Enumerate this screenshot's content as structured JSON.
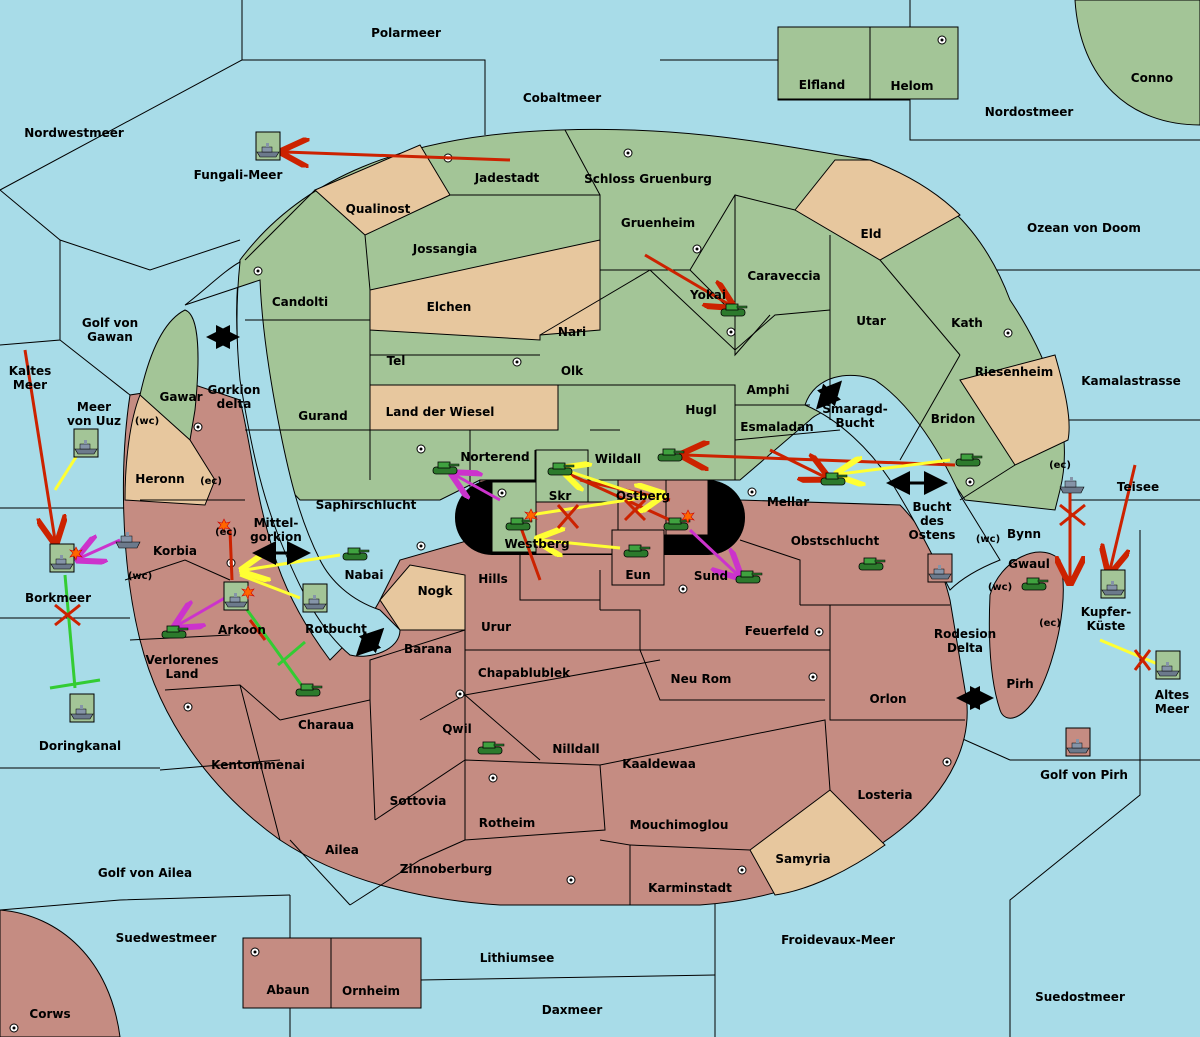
{
  "colors": {
    "sea": "#a8dce8",
    "green_power": "#a3c597",
    "red_power": "#c58c82",
    "neutral": "#e7c79e",
    "hold_order": "#cc2200",
    "support_order": "#ffff33",
    "retreat_order": "#cc33cc",
    "convoy_order": "#33cc33"
  },
  "seas": [
    {
      "id": "polarmeer",
      "label": "Polarmeer"
    },
    {
      "id": "cobaltmeer",
      "label": "Cobaltmeer"
    },
    {
      "id": "nordostmeer",
      "label": "Nordostmeer"
    },
    {
      "id": "nordwestmeer",
      "label": "Nordwestmeer"
    },
    {
      "id": "fungali",
      "label": "Fungali-Meer"
    },
    {
      "id": "ozean",
      "label": "Ozean von Doom"
    },
    {
      "id": "gawan",
      "label": "Golf von Gawan"
    },
    {
      "id": "kaltes",
      "label": "Kaltes Meer"
    },
    {
      "id": "uuz",
      "label": "Meer von Uuz"
    },
    {
      "id": "gorkion",
      "label": "Gorkion delta"
    },
    {
      "id": "smaragd",
      "label": "Smaragd-Bucht"
    },
    {
      "id": "kamala",
      "label": "Kamalastrasse"
    },
    {
      "id": "teisee",
      "label": "Teisee"
    },
    {
      "id": "mittel",
      "label": "Mittel-gorkion"
    },
    {
      "id": "bucht",
      "label": "Bucht des Ostens"
    },
    {
      "id": "borkmeer",
      "label": "Borkmeer"
    },
    {
      "id": "kupfer",
      "label": "Kupfer-Küste"
    },
    {
      "id": "rotbucht",
      "label": "Rotbucht"
    },
    {
      "id": "rodesion",
      "label": "Rodesion Delta"
    },
    {
      "id": "altes",
      "label": "Altes Meer"
    },
    {
      "id": "doring",
      "label": "Doringkanal"
    },
    {
      "id": "pirh_golf",
      "label": "Golf von Pirh"
    },
    {
      "id": "ailea",
      "label": "Golf von Ailea"
    },
    {
      "id": "suedwest",
      "label": "Suedwestmeer"
    },
    {
      "id": "lithium",
      "label": "Lithiumsee"
    },
    {
      "id": "froidevaux",
      "label": "Froidevaux-Meer"
    },
    {
      "id": "daxmeer",
      "label": "Daxmeer"
    },
    {
      "id": "suedost",
      "label": "Suedostmeer"
    }
  ],
  "provinces": [
    {
      "id": "elfland",
      "label": "Elfland"
    },
    {
      "id": "helom",
      "label": "Helom"
    },
    {
      "id": "conno",
      "label": "Conno"
    },
    {
      "id": "jadestadt",
      "label": "Jadestadt"
    },
    {
      "id": "schloss",
      "label": "Schloss Gruenburg"
    },
    {
      "id": "qualinost",
      "label": "Qualinost"
    },
    {
      "id": "eld",
      "label": "Eld"
    },
    {
      "id": "gruenheim",
      "label": "Gruenheim"
    },
    {
      "id": "jossangia",
      "label": "Jossangia"
    },
    {
      "id": "caraveccia",
      "label": "Caraveccia"
    },
    {
      "id": "candolti",
      "label": "Candolti"
    },
    {
      "id": "elchen",
      "label": "Elchen"
    },
    {
      "id": "yokai",
      "label": "Yokai"
    },
    {
      "id": "utar",
      "label": "Utar"
    },
    {
      "id": "kath",
      "label": "Kath"
    },
    {
      "id": "nari",
      "label": "Nari"
    },
    {
      "id": "tel",
      "label": "Tel"
    },
    {
      "id": "olk",
      "label": "Olk"
    },
    {
      "id": "amphi",
      "label": "Amphi"
    },
    {
      "id": "riesenheim",
      "label": "Riesenheim"
    },
    {
      "id": "gawar",
      "label": "Gawar"
    },
    {
      "id": "gurand",
      "label": "Gurand"
    },
    {
      "id": "landwiesel",
      "label": "Land der Wiesel"
    },
    {
      "id": "hugl",
      "label": "Hugl"
    },
    {
      "id": "esmaladan",
      "label": "Esmaladan"
    },
    {
      "id": "bridon",
      "label": "Bridon"
    },
    {
      "id": "heronn",
      "label": "Heronn"
    },
    {
      "id": "norterend",
      "label": "Norterend"
    },
    {
      "id": "wildall",
      "label": "Wildall"
    },
    {
      "id": "skr",
      "label": "Skr"
    },
    {
      "id": "ostberg",
      "label": "Ostberg"
    },
    {
      "id": "mellar",
      "label": "Mellar"
    },
    {
      "id": "saphir",
      "label": "Saphirschlucht"
    },
    {
      "id": "westberg",
      "label": "Westberg"
    },
    {
      "id": "korbia",
      "label": "Korbia"
    },
    {
      "id": "nabai",
      "label": "Nabai"
    },
    {
      "id": "hills",
      "label": "Hills"
    },
    {
      "id": "eun",
      "label": "Eun"
    },
    {
      "id": "sund",
      "label": "Sund"
    },
    {
      "id": "obstschlucht",
      "label": "Obstschlucht"
    },
    {
      "id": "bynn",
      "label": "Bynn"
    },
    {
      "id": "gwaul",
      "label": "Gwaul"
    },
    {
      "id": "nogk",
      "label": "Nogk"
    },
    {
      "id": "arkoon",
      "label": "Arkoon"
    },
    {
      "id": "urur",
      "label": "Urur"
    },
    {
      "id": "feuerfeld",
      "label": "Feuerfeld"
    },
    {
      "id": "verloren",
      "label": "Verlorenes Land"
    },
    {
      "id": "barana",
      "label": "Barana"
    },
    {
      "id": "chapa",
      "label": "Chapablublek"
    },
    {
      "id": "neurom",
      "label": "Neu Rom"
    },
    {
      "id": "pirh",
      "label": "Pirh"
    },
    {
      "id": "orlon",
      "label": "Orlon"
    },
    {
      "id": "charaua",
      "label": "Charaua"
    },
    {
      "id": "qwil",
      "label": "Qwil"
    },
    {
      "id": "nilldall",
      "label": "Nilldall"
    },
    {
      "id": "kaaldewaa",
      "label": "Kaaldewaa"
    },
    {
      "id": "kentommenai",
      "label": "Kentommenai"
    },
    {
      "id": "losteria",
      "label": "Losteria"
    },
    {
      "id": "sottovia",
      "label": "Sottovia"
    },
    {
      "id": "rotheim",
      "label": "Rotheim"
    },
    {
      "id": "mouchi",
      "label": "Mouchimoglou"
    },
    {
      "id": "ailea",
      "label": "Ailea"
    },
    {
      "id": "samyria",
      "label": "Samyria"
    },
    {
      "id": "zinnober",
      "label": "Zinnoberburg"
    },
    {
      "id": "karmin",
      "label": "Karminstadt"
    },
    {
      "id": "abaun",
      "label": "Abaun"
    },
    {
      "id": "ornheim",
      "label": "Ornheim"
    },
    {
      "id": "corws",
      "label": "Corws"
    }
  ],
  "coast_labels": {
    "wc": "(wc)",
    "ec": "(ec)"
  }
}
